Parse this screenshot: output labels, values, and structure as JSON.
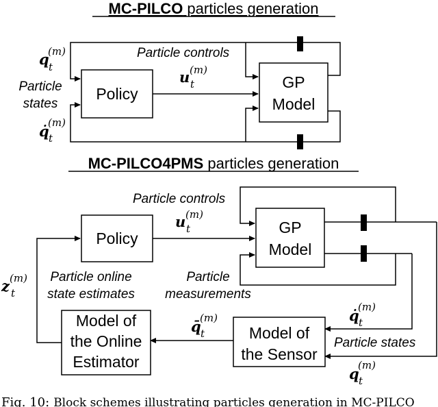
{
  "top": {
    "title_bold": "MC-PILCO",
    "title_rest": " particles generation",
    "policy_label": "Policy",
    "gp_label_1": "GP",
    "gp_label_2": "Model",
    "particle_controls": "Particle controls",
    "particle_states_1": "Particle",
    "particle_states_2": "states",
    "q_symbol": "q",
    "qdot_symbol": "q̇",
    "u_symbol": "u",
    "sub_t": "t",
    "sup_m": "(m)"
  },
  "bottom": {
    "title_bold": "MC-PILCO4PMS",
    "title_rest": " particles generation",
    "policy_label": "Policy",
    "gp_label_1": "GP",
    "gp_label_2": "Model",
    "particle_controls": "Particle controls",
    "online_estimates_1": "Particle online",
    "online_estimates_2": "state estimates",
    "measurements_1": "Particle",
    "measurements_2": "measurements",
    "estimator_1": "Model of",
    "estimator_2": "the Online",
    "estimator_3": "Estimator",
    "sensor_1": "Model of",
    "sensor_2": "the Sensor",
    "particle_states": "Particle states",
    "z_symbol": "z",
    "qbar_symbol": "q̄",
    "qdot_symbol": "q̇",
    "q_symbol": "q",
    "u_symbol": "u",
    "sub_t": "t",
    "sup_m": "(m)"
  },
  "caption": {
    "fig": "Fig. 10:",
    "text": "Block schemes illustrating particles generation in MC-PILCO"
  }
}
